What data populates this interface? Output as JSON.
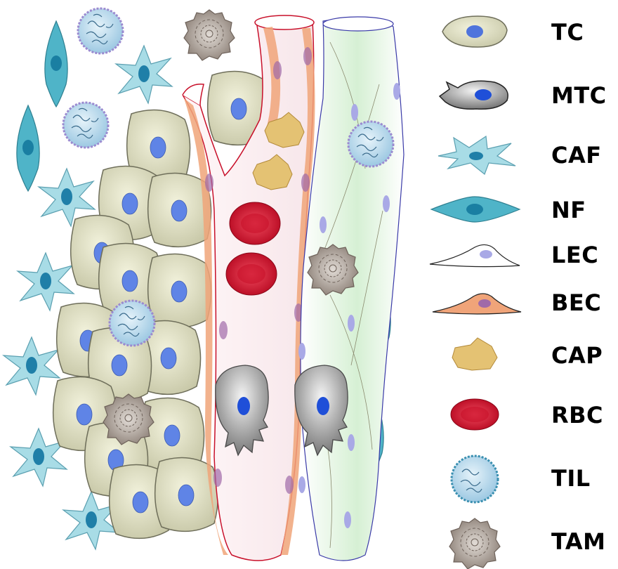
{
  "legend": {
    "items": [
      {
        "abbr": "TC",
        "icon": "tumor-cell-icon"
      },
      {
        "abbr": "MTC",
        "icon": "migrating-tumor-cell-icon"
      },
      {
        "abbr": "CAF",
        "icon": "cancer-associated-fibroblast-icon"
      },
      {
        "abbr": "NF",
        "icon": "normal-fibroblast-icon"
      },
      {
        "abbr": "LEC",
        "icon": "lymphatic-endothelial-cell-icon"
      },
      {
        "abbr": "BEC",
        "icon": "blood-endothelial-cell-icon"
      },
      {
        "abbr": "CAP",
        "icon": "capillary-platelet-icon"
      },
      {
        "abbr": "RBC",
        "icon": "red-blood-cell-icon"
      },
      {
        "abbr": "TIL",
        "icon": "tumor-infiltrating-lymphocyte-icon"
      },
      {
        "abbr": "TAM",
        "icon": "tumor-associated-macrophage-icon"
      }
    ]
  },
  "colors": {
    "tc_fill": "#d8d8b8",
    "tc_nucleus": "#5f84e6",
    "caf_fill": "#a8dce6",
    "nf_fill": "#4fb4c8",
    "bec_fill": "#f0a479",
    "lec_fill": "#f4f4ee",
    "vessel_blood": "#fbeef0",
    "vessel_lymph": "#d9f2d8",
    "rbc": "#d8102c",
    "cap": "#e4c273",
    "til": "#b4d8ec",
    "tam": "#b0a49c",
    "mtc": "#8a8a8a"
  }
}
